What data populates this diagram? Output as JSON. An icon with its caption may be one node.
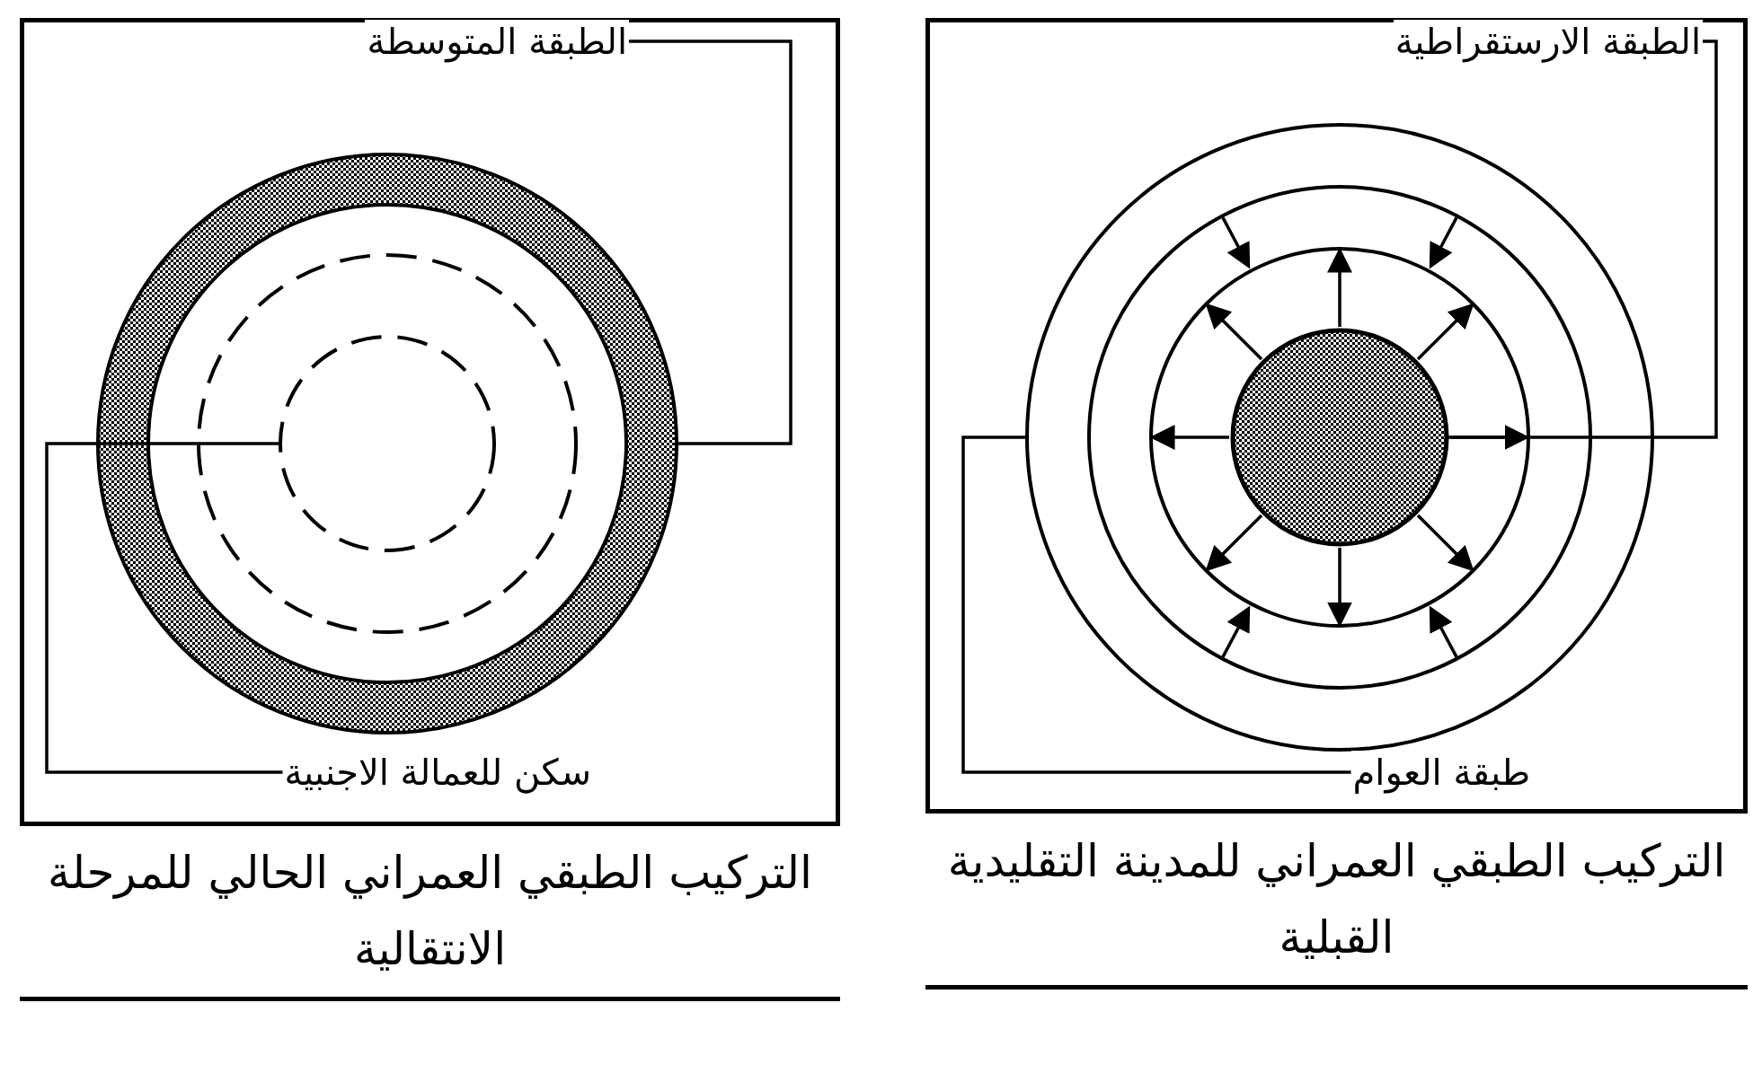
{
  "diagram": {
    "nodes": [
      {
        "text": [
          "التركيب الطبقي العمراني الحالي للمرحلة الانتقالية"
        ]
      },
      {
        "text": [
          "الطبقة المتوسطة"
        ],
        "in": 0
      },
      {
        "text": [
          "سكن للعمالة الاجنبية"
        ],
        "in": 0
      },
      {
        "text": [],
        "shape": "circle",
        "in": 0
      },
      {
        "text": [],
        "shape": "circle",
        "in": 3
      },
      {
        "text": [],
        "shape": "circle",
        "in": 4
      },
      {
        "text": [
          "التركيب الطبقي العمراني للمدينة التقليدية القبلية"
        ]
      },
      {
        "text": [
          "الطبقة الارستقراطية"
        ],
        "in": 6
      },
      {
        "text": [
          "طبقة العوام"
        ],
        "in": 6
      },
      {
        "text": [],
        "shape": "circle",
        "in": 6
      },
      {
        "text": [],
        "shape": "circle",
        "in": 9
      },
      {
        "text": [],
        "shape": "circle",
        "in": 10
      },
      {
        "text": [],
        "shape": "circle",
        "in": 11
      }
    ],
    "edges": [
      {
        "from": 1,
        "to": 3,
        "arrow": "none"
      },
      {
        "from": 2,
        "to": 5,
        "arrow": "none"
      },
      {
        "from": 7,
        "to": 12,
        "arrow": "none"
      },
      {
        "from": 8,
        "to": 9,
        "arrow": "none"
      },
      {
        "from": 12,
        "to": 11,
        "arrow": "to"
      },
      {
        "from": 12,
        "to": 11,
        "arrow": "to"
      },
      {
        "from": 12,
        "to": 11,
        "arrow": "to"
      },
      {
        "from": 12,
        "to": 11,
        "arrow": "to"
      },
      {
        "from": 12,
        "to": 11,
        "arrow": "to"
      },
      {
        "from": 12,
        "to": 11,
        "arrow": "to"
      },
      {
        "from": 12,
        "to": 11,
        "arrow": "to"
      },
      {
        "from": 12,
        "to": 11,
        "arrow": "to"
      },
      {
        "from": 10,
        "to": 11,
        "arrow": "to"
      },
      {
        "from": 10,
        "to": 11,
        "arrow": "to"
      },
      {
        "from": 10,
        "to": 11,
        "arrow": "to"
      },
      {
        "from": 10,
        "to": 11,
        "arrow": "to"
      }
    ]
  }
}
